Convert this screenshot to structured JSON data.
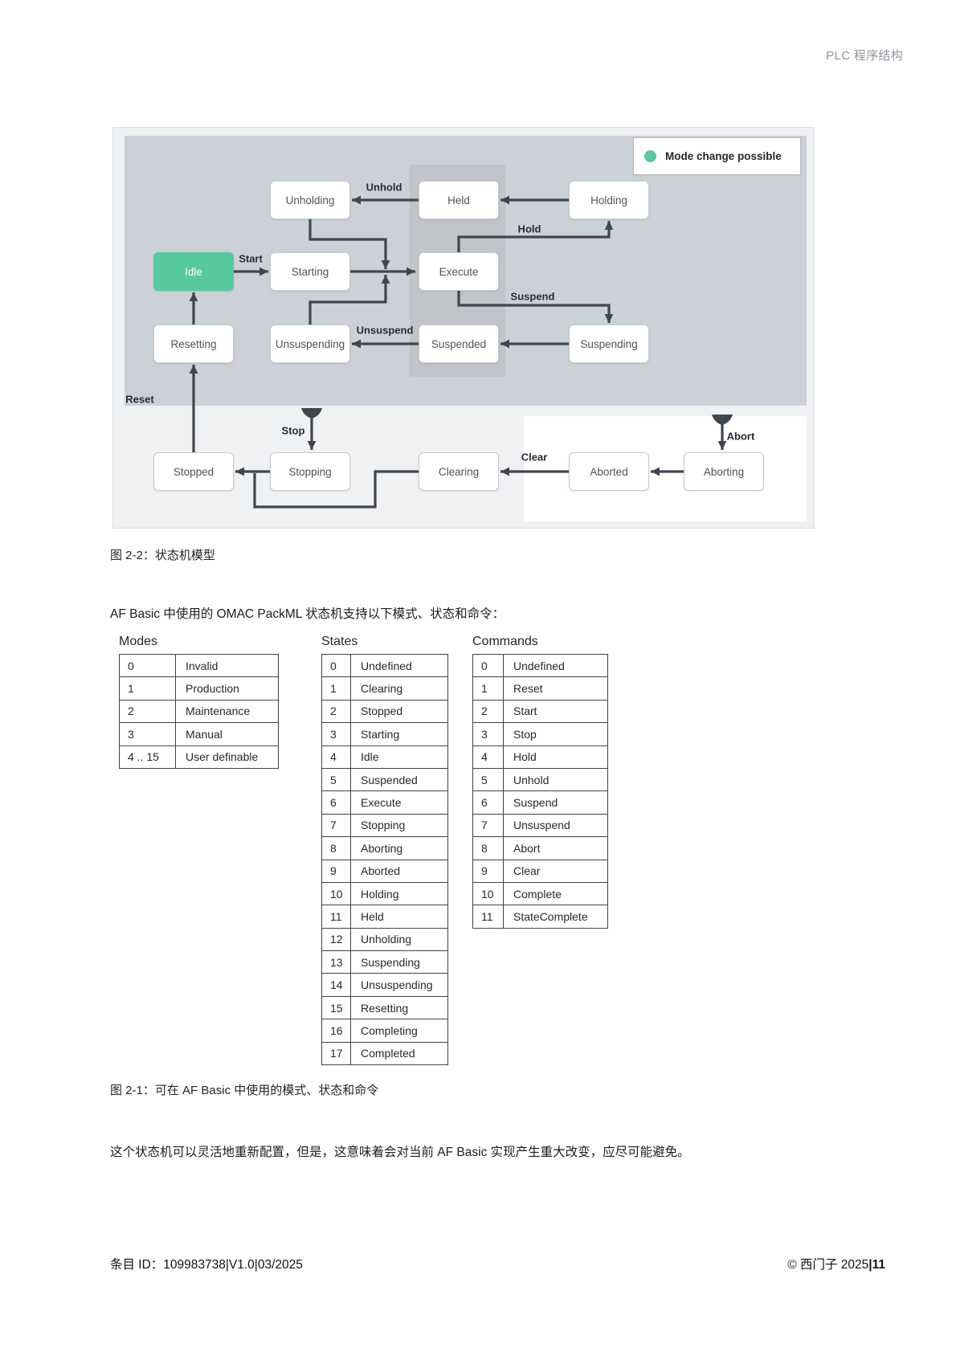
{
  "page": {
    "header": "PLC 程序结构",
    "figure_caption_top": "图 2-2：状态机模型",
    "intro": "AF Basic 中使用的 OMAC PackML 状态机支持以下模式、状态和命令：",
    "figure_caption_bottom": "图 2-1：可在 AF Basic 中使用的模式、状态和命令",
    "paragraph": "这个状态机可以灵活地重新配置，但是，这意味着会对当前 AF Basic 实现产生重大改变，应尽可能避免。",
    "footer": {
      "left": "条目 ID：109983738|V1.0|03/2025",
      "right": "© 西门子 2025",
      "right_bold": "|11"
    }
  },
  "diagram": {
    "legend": {
      "label": "Mode change possible",
      "dot_color": "#57c99e"
    },
    "colors": {
      "idle_green": "#57c99e",
      "arrow": "#3f464d"
    },
    "nodes": [
      {
        "id": "idle",
        "label": "Idle",
        "highlight": true
      },
      {
        "id": "starting",
        "label": "Starting",
        "highlight": false
      },
      {
        "id": "unholding",
        "label": "Unholding",
        "highlight": false
      },
      {
        "id": "held",
        "label": "Held",
        "highlight": false
      },
      {
        "id": "holding",
        "label": "Holding",
        "highlight": false
      },
      {
        "id": "execute",
        "label": "Execute",
        "highlight": false
      },
      {
        "id": "resetting",
        "label": "Resetting",
        "highlight": false
      },
      {
        "id": "unsuspending",
        "label": "Unsuspending",
        "highlight": false
      },
      {
        "id": "suspended",
        "label": "Suspended",
        "highlight": false
      },
      {
        "id": "suspending",
        "label": "Suspending",
        "highlight": false
      },
      {
        "id": "stopped",
        "label": "Stopped",
        "highlight": false
      },
      {
        "id": "stopping",
        "label": "Stopping",
        "highlight": false
      },
      {
        "id": "clearing",
        "label": "Clearing",
        "highlight": false
      },
      {
        "id": "aborted",
        "label": "Aborted",
        "highlight": false
      },
      {
        "id": "aborting",
        "label": "Aborting",
        "highlight": false
      }
    ],
    "edge_labels": {
      "unhold": "Unhold",
      "hold": "Hold",
      "start": "Start",
      "suspend": "Suspend",
      "unsuspend": "Unsuspend",
      "reset": "Reset",
      "stop": "Stop",
      "clear": "Clear",
      "abort": "Abort"
    }
  },
  "tables": [
    {
      "title": "Modes",
      "rows": [
        [
          "0",
          "Invalid"
        ],
        [
          "1",
          "Production"
        ],
        [
          "2",
          "Maintenance"
        ],
        [
          "3",
          "Manual"
        ],
        [
          "4 .. 15",
          "User definable"
        ]
      ]
    },
    {
      "title": "States",
      "rows": [
        [
          "0",
          "Undefined"
        ],
        [
          "1",
          "Clearing"
        ],
        [
          "2",
          "Stopped"
        ],
        [
          "3",
          "Starting"
        ],
        [
          "4",
          "Idle"
        ],
        [
          "5",
          "Suspended"
        ],
        [
          "6",
          "Execute"
        ],
        [
          "7",
          "Stopping"
        ],
        [
          "8",
          "Aborting"
        ],
        [
          "9",
          "Aborted"
        ],
        [
          "10",
          "Holding"
        ],
        [
          "11",
          "Held"
        ],
        [
          "12",
          "Unholding"
        ],
        [
          "13",
          "Suspending"
        ],
        [
          "14",
          "Unsuspending"
        ],
        [
          "15",
          "Resetting"
        ],
        [
          "16",
          "Completing"
        ],
        [
          "17",
          "Completed"
        ]
      ]
    },
    {
      "title": "Commands",
      "rows": [
        [
          "0",
          "Undefined"
        ],
        [
          "1",
          "Reset"
        ],
        [
          "2",
          "Start"
        ],
        [
          "3",
          "Stop"
        ],
        [
          "4",
          "Hold"
        ],
        [
          "5",
          "Unhold"
        ],
        [
          "6",
          "Suspend"
        ],
        [
          "7",
          "Unsuspend"
        ],
        [
          "8",
          "Abort"
        ],
        [
          "9",
          "Clear"
        ],
        [
          "10",
          "Complete"
        ],
        [
          "11",
          "StateComplete"
        ]
      ]
    }
  ]
}
